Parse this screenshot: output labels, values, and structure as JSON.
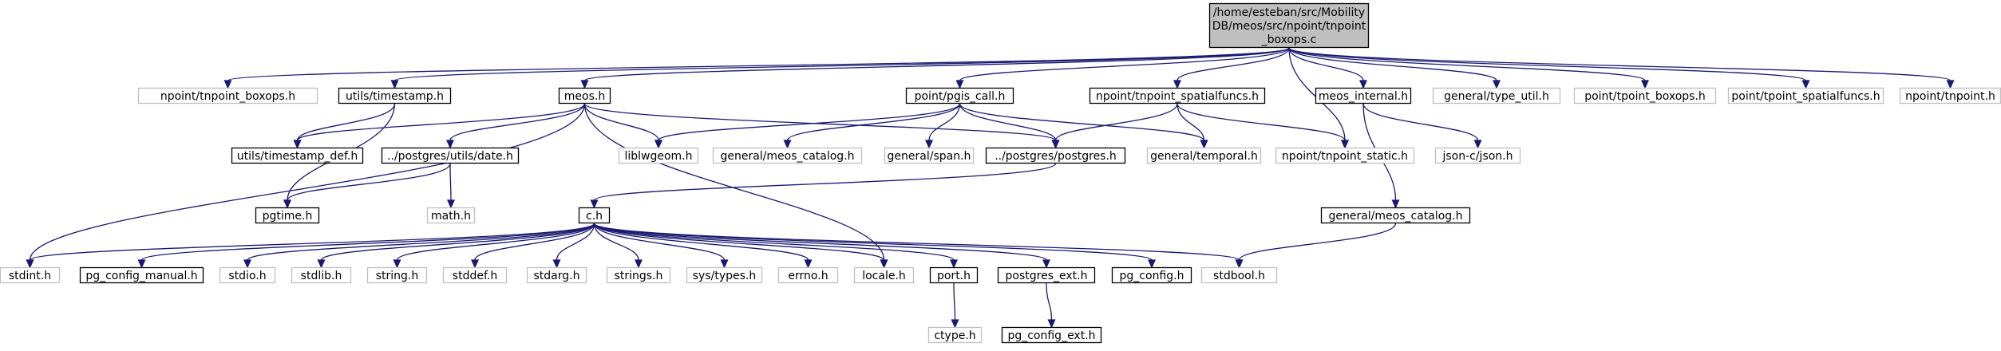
{
  "colors": {
    "edge": "#191970",
    "root_fill": "#bfbfbf",
    "internal_border": "#000000",
    "external_border": "#bfbfbf",
    "background": "#ffffff"
  },
  "nodes": [
    {
      "id": "root",
      "label": [
        "/home/esteban/src/Mobility",
        "DB/meos/src/npoint/tnpoint",
        "_boxops.c"
      ],
      "kind": "root"
    },
    {
      "id": "npoint_tnpoint_boxops_h",
      "label": [
        "npoint/tnpoint_boxops.h"
      ],
      "kind": "external"
    },
    {
      "id": "utils_timestamp_h",
      "label": [
        "utils/timestamp.h"
      ],
      "kind": "internal"
    },
    {
      "id": "meos_h",
      "label": [
        "meos.h"
      ],
      "kind": "internal"
    },
    {
      "id": "point_pgis_call_h",
      "label": [
        "point/pgis_call.h"
      ],
      "kind": "internal"
    },
    {
      "id": "npoint_tnpoint_spatialfuncs_h",
      "label": [
        "npoint/tnpoint_spatialfuncs.h"
      ],
      "kind": "internal"
    },
    {
      "id": "meos_internal_h",
      "label": [
        "meos_internal.h"
      ],
      "kind": "internal"
    },
    {
      "id": "general_type_util_h",
      "label": [
        "general/type_util.h"
      ],
      "kind": "external"
    },
    {
      "id": "point_tpoint_boxops_h",
      "label": [
        "point/tpoint_boxops.h"
      ],
      "kind": "external"
    },
    {
      "id": "point_tpoint_spatialfuncs_h",
      "label": [
        "point/tpoint_spatialfuncs.h"
      ],
      "kind": "external"
    },
    {
      "id": "npoint_tnpoint_h",
      "label": [
        "npoint/tnpoint.h"
      ],
      "kind": "external"
    },
    {
      "id": "utils_timestamp_def_h",
      "label": [
        "utils/timestamp_def.h"
      ],
      "kind": "internal"
    },
    {
      "id": "postgres_utils_date_h",
      "label": [
        "../postgres/utils/date.h"
      ],
      "kind": "internal"
    },
    {
      "id": "liblwgeom_h",
      "label": [
        "liblwgeom.h"
      ],
      "kind": "external"
    },
    {
      "id": "general_meos_catalog_h_ext",
      "label": [
        "general/meos_catalog.h"
      ],
      "kind": "external"
    },
    {
      "id": "general_span_h",
      "label": [
        "general/span.h"
      ],
      "kind": "external"
    },
    {
      "id": "postgres_postgres_h",
      "label": [
        "../postgres/postgres.h"
      ],
      "kind": "internal"
    },
    {
      "id": "general_temporal_h",
      "label": [
        "general/temporal.h"
      ],
      "kind": "external"
    },
    {
      "id": "npoint_tnpoint_static_h",
      "label": [
        "npoint/tnpoint_static.h"
      ],
      "kind": "external"
    },
    {
      "id": "json_c_json_h",
      "label": [
        "json-c/json.h"
      ],
      "kind": "external"
    },
    {
      "id": "pgtime_h",
      "label": [
        "pgtime.h"
      ],
      "kind": "internal"
    },
    {
      "id": "math_h",
      "label": [
        "math.h"
      ],
      "kind": "external"
    },
    {
      "id": "c_h",
      "label": [
        "c.h"
      ],
      "kind": "internal"
    },
    {
      "id": "general_meos_catalog_h",
      "label": [
        "general/meos_catalog.h"
      ],
      "kind": "internal"
    },
    {
      "id": "stdint_h",
      "label": [
        "stdint.h"
      ],
      "kind": "external"
    },
    {
      "id": "pg_config_manual_h",
      "label": [
        "pg_config_manual.h"
      ],
      "kind": "internal"
    },
    {
      "id": "stdio_h",
      "label": [
        "stdio.h"
      ],
      "kind": "external"
    },
    {
      "id": "stdlib_h",
      "label": [
        "stdlib.h"
      ],
      "kind": "external"
    },
    {
      "id": "string_h",
      "label": [
        "string.h"
      ],
      "kind": "external"
    },
    {
      "id": "stddef_h",
      "label": [
        "stddef.h"
      ],
      "kind": "external"
    },
    {
      "id": "stdarg_h",
      "label": [
        "stdarg.h"
      ],
      "kind": "external"
    },
    {
      "id": "strings_h",
      "label": [
        "strings.h"
      ],
      "kind": "external"
    },
    {
      "id": "sys_types_h",
      "label": [
        "sys/types.h"
      ],
      "kind": "external"
    },
    {
      "id": "errno_h",
      "label": [
        "errno.h"
      ],
      "kind": "external"
    },
    {
      "id": "locale_h",
      "label": [
        "locale.h"
      ],
      "kind": "external"
    },
    {
      "id": "port_h",
      "label": [
        "port.h"
      ],
      "kind": "internal"
    },
    {
      "id": "postgres_ext_h",
      "label": [
        "postgres_ext.h"
      ],
      "kind": "internal"
    },
    {
      "id": "pg_config_h",
      "label": [
        "pg_config.h"
      ],
      "kind": "internal"
    },
    {
      "id": "stdbool_h",
      "label": [
        "stdbool.h"
      ],
      "kind": "external"
    },
    {
      "id": "ctype_h",
      "label": [
        "ctype.h"
      ],
      "kind": "external"
    },
    {
      "id": "pg_config_ext_h",
      "label": [
        "pg_config_ext.h"
      ],
      "kind": "internal"
    }
  ],
  "edges": [
    [
      "root",
      "npoint_tnpoint_boxops_h"
    ],
    [
      "root",
      "utils_timestamp_h"
    ],
    [
      "root",
      "meos_h"
    ],
    [
      "root",
      "point_pgis_call_h"
    ],
    [
      "root",
      "npoint_tnpoint_spatialfuncs_h"
    ],
    [
      "root",
      "npoint_tnpoint_static_h"
    ],
    [
      "root",
      "meos_internal_h"
    ],
    [
      "root",
      "general_type_util_h"
    ],
    [
      "root",
      "point_tpoint_boxops_h"
    ],
    [
      "root",
      "point_tpoint_spatialfuncs_h"
    ],
    [
      "root",
      "npoint_tnpoint_h"
    ],
    [
      "utils_timestamp_h",
      "utils_timestamp_def_h"
    ],
    [
      "utils_timestamp_h",
      "pgtime_h"
    ],
    [
      "meos_h",
      "utils_timestamp_def_h"
    ],
    [
      "meos_h",
      "postgres_utils_date_h"
    ],
    [
      "meos_h",
      "liblwgeom_h"
    ],
    [
      "meos_h",
      "postgres_postgres_h"
    ],
    [
      "meos_h",
      "stdint_h"
    ],
    [
      "meos_h",
      "locale_h"
    ],
    [
      "point_pgis_call_h",
      "liblwgeom_h"
    ],
    [
      "point_pgis_call_h",
      "general_meos_catalog_h_ext"
    ],
    [
      "point_pgis_call_h",
      "general_span_h"
    ],
    [
      "point_pgis_call_h",
      "postgres_postgres_h"
    ],
    [
      "point_pgis_call_h",
      "general_temporal_h"
    ],
    [
      "npoint_tnpoint_spatialfuncs_h",
      "postgres_postgres_h"
    ],
    [
      "npoint_tnpoint_spatialfuncs_h",
      "general_temporal_h"
    ],
    [
      "npoint_tnpoint_spatialfuncs_h",
      "npoint_tnpoint_static_h"
    ],
    [
      "meos_internal_h",
      "json_c_json_h"
    ],
    [
      "meos_internal_h",
      "general_meos_catalog_h"
    ],
    [
      "postgres_utils_date_h",
      "pgtime_h"
    ],
    [
      "postgres_utils_date_h",
      "math_h"
    ],
    [
      "postgres_postgres_h",
      "c_h"
    ],
    [
      "c_h",
      "stdint_h"
    ],
    [
      "c_h",
      "pg_config_manual_h"
    ],
    [
      "c_h",
      "stdio_h"
    ],
    [
      "c_h",
      "stdlib_h"
    ],
    [
      "c_h",
      "string_h"
    ],
    [
      "c_h",
      "stddef_h"
    ],
    [
      "c_h",
      "stdarg_h"
    ],
    [
      "c_h",
      "strings_h"
    ],
    [
      "c_h",
      "sys_types_h"
    ],
    [
      "c_h",
      "errno_h"
    ],
    [
      "c_h",
      "locale_h"
    ],
    [
      "c_h",
      "port_h"
    ],
    [
      "c_h",
      "postgres_ext_h"
    ],
    [
      "c_h",
      "pg_config_h"
    ],
    [
      "c_h",
      "stdbool_h"
    ],
    [
      "general_meos_catalog_h",
      "stdbool_h"
    ],
    [
      "port_h",
      "ctype_h"
    ],
    [
      "postgres_ext_h",
      "pg_config_ext_h"
    ]
  ]
}
